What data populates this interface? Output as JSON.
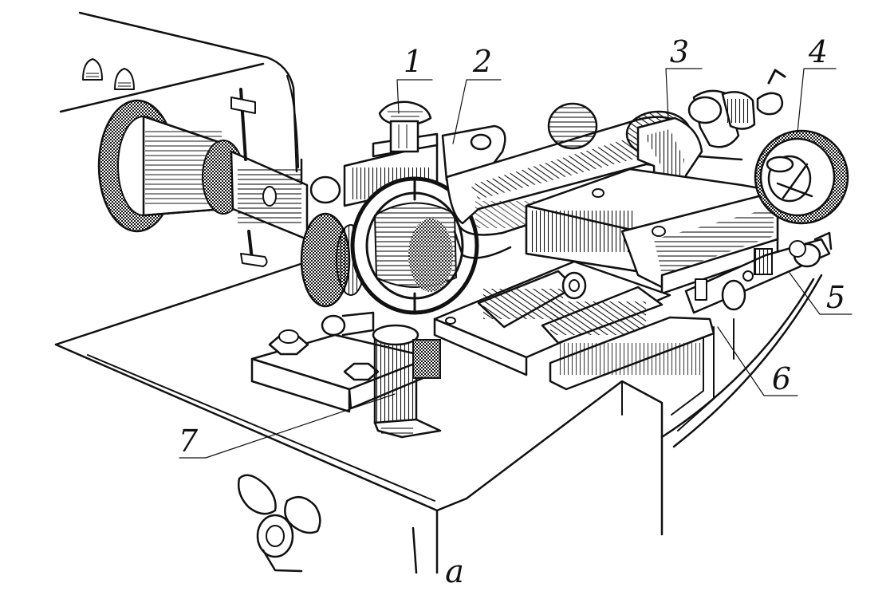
{
  "figure": {
    "callouts": [
      {
        "id": "1",
        "label": "1"
      },
      {
        "id": "2",
        "label": "2"
      },
      {
        "id": "3",
        "label": "3"
      },
      {
        "id": "4",
        "label": "4"
      },
      {
        "id": "5",
        "label": "5"
      },
      {
        "id": "6",
        "label": "6"
      },
      {
        "id": "7",
        "label": "7"
      }
    ],
    "caption": "a"
  }
}
